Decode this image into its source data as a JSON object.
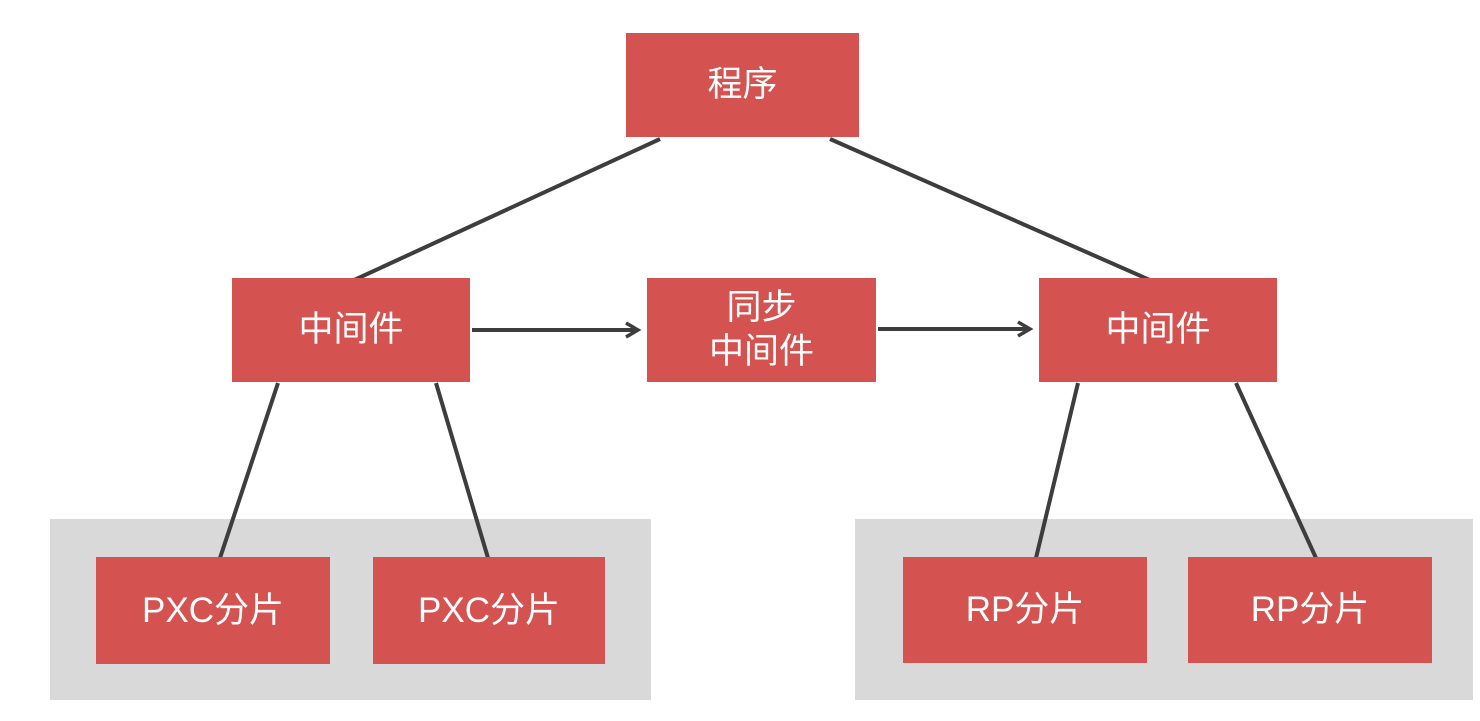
{
  "diagram": {
    "title": "sharding-middleware-architecture",
    "colors": {
      "canvas_bg": "#ffffff",
      "node_fill": "#d45250",
      "node_text": "#ffffff",
      "group_fill": "#d9d9d9",
      "connector": "#3d3d3d"
    },
    "nodes": {
      "program": {
        "label": "程序"
      },
      "middleware_left": {
        "label": "中间件"
      },
      "sync_middleware": {
        "label": "同步\n中间件"
      },
      "middleware_right": {
        "label": "中间件"
      },
      "pxc_shard_1": {
        "label": "PXC分片"
      },
      "pxc_shard_2": {
        "label": "PXC分片"
      },
      "rp_shard_1": {
        "label": "RP分片"
      },
      "rp_shard_2": {
        "label": "RP分片"
      }
    },
    "edges": [
      {
        "from": "program",
        "to": "middleware_left",
        "arrow": false
      },
      {
        "from": "program",
        "to": "middleware_right",
        "arrow": false
      },
      {
        "from": "middleware_left",
        "to": "sync_middleware",
        "arrow": true
      },
      {
        "from": "sync_middleware",
        "to": "middleware_right",
        "arrow": true
      },
      {
        "from": "middleware_left",
        "to": "pxc_shard_1",
        "arrow": false
      },
      {
        "from": "middleware_left",
        "to": "pxc_shard_2",
        "arrow": false
      },
      {
        "from": "middleware_right",
        "to": "rp_shard_1",
        "arrow": false
      },
      {
        "from": "middleware_right",
        "to": "rp_shard_2",
        "arrow": false
      }
    ]
  }
}
